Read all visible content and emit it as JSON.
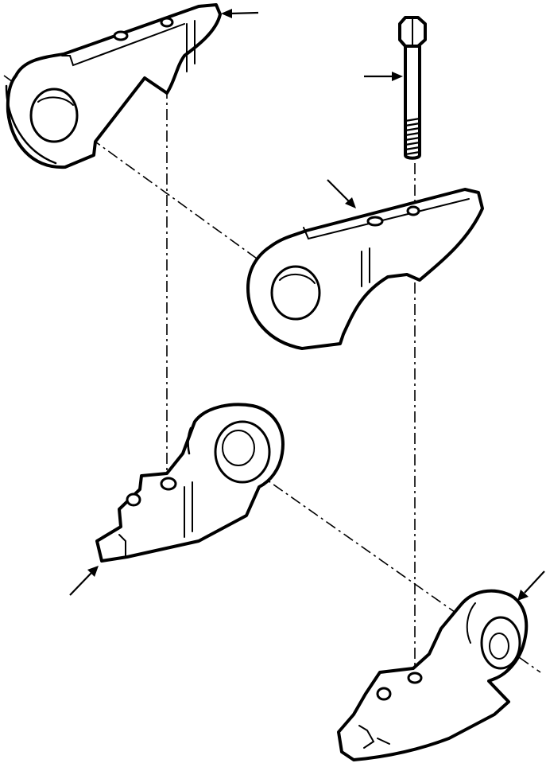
{
  "figure": {
    "parts": [
      {
        "name": "upper-left-bracket"
      },
      {
        "name": "mounting-bolt"
      },
      {
        "name": "center-bracket"
      },
      {
        "name": "lower-left-bracket"
      },
      {
        "name": "lower-right-bracket"
      }
    ],
    "callouts": [
      {
        "name": "upper-left-bracket"
      },
      {
        "name": "mounting-bolt"
      },
      {
        "name": "center-bracket"
      },
      {
        "name": "lower-left-bracket"
      },
      {
        "name": "lower-right-bracket"
      }
    ],
    "colors": {
      "ink": "#000000",
      "paper": "#ffffff"
    }
  }
}
